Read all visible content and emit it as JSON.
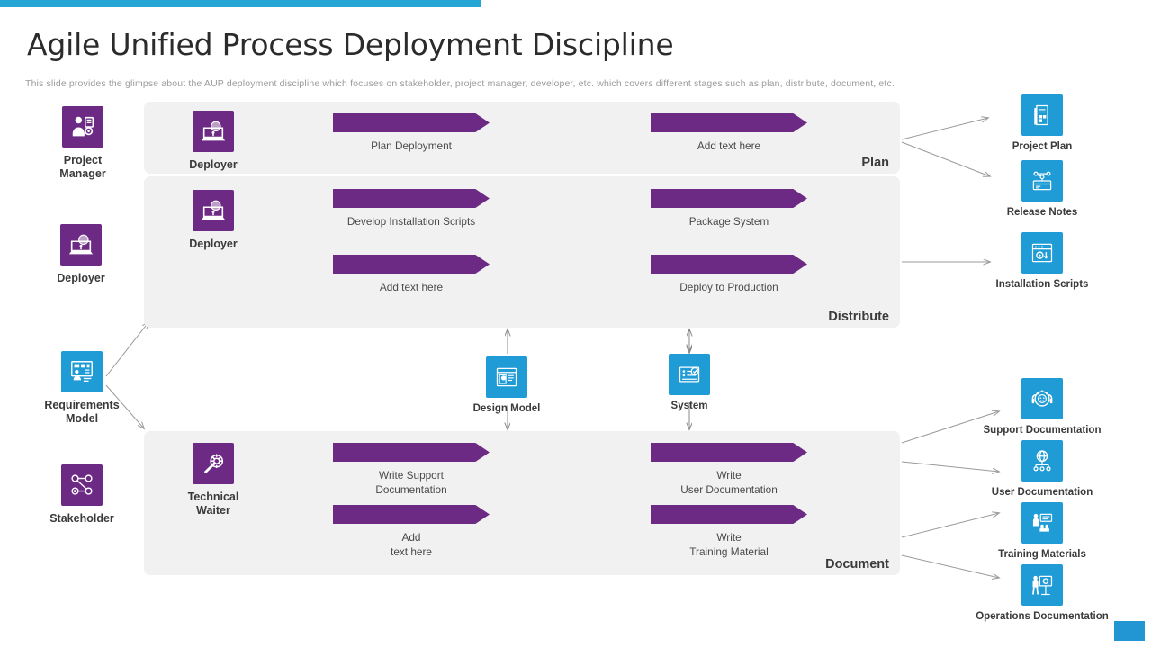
{
  "header": {
    "title": "Agile Unified Process Deployment Discipline",
    "subtitle": "This slide provides  the glimpse about the AUP deployment discipline which focuses on stakeholder,  project  manager,  developer,  etc. which covers  different  stages such as plan,  distribute, document, etc.",
    "accent_color": "#25a6d4",
    "corner_accent_color": "#2196d3"
  },
  "theme": {
    "purple": "#6c2a84",
    "blue": "#1f9bd6",
    "panel_bg": "#f1f1f1",
    "text_dark": "#3a3a3a",
    "text_muted": "#4a4a4a",
    "subtitle_gray": "#9b9b9b",
    "connector_gray": "#9a9a9a"
  },
  "roles_rail": [
    {
      "id": "project-manager",
      "label": "Project\nManager",
      "icon": "project-manager-icon",
      "color": "purple"
    },
    {
      "id": "deployer",
      "label": "Deployer",
      "icon": "deployer-icon",
      "color": "purple"
    },
    {
      "id": "requirements-model",
      "label": "Requirements\nModel",
      "icon": "requirements-model-icon",
      "color": "blue"
    },
    {
      "id": "stakeholder",
      "label": "Stakeholder",
      "icon": "stakeholder-icon",
      "color": "purple"
    }
  ],
  "panels": [
    {
      "id": "plan",
      "label": "Plan",
      "role": {
        "label": "Deployer",
        "icon": "deployer-icon",
        "color": "purple"
      },
      "tasks": [
        {
          "id": "plan-deployment",
          "label": "Plan Deployment"
        },
        {
          "id": "plan-add-text",
          "label": "Add text here"
        }
      ]
    },
    {
      "id": "distribute",
      "label": "Distribute",
      "role": {
        "label": "Deployer",
        "icon": "deployer-icon",
        "color": "purple"
      },
      "tasks": [
        {
          "id": "develop-installation-scripts",
          "label": "Develop  Installation  Scripts"
        },
        {
          "id": "package-system",
          "label": "Package System"
        },
        {
          "id": "distribute-add-text",
          "label": "Add text here"
        },
        {
          "id": "deploy-to-production",
          "label": "Deploy to Production"
        }
      ]
    },
    {
      "id": "document",
      "label": "Document",
      "role": {
        "label": "Technical\nWaiter",
        "icon": "technical-waiter-icon",
        "color": "purple"
      },
      "tasks": [
        {
          "id": "write-support-documentation",
          "label": "Write Support\nDocumentation"
        },
        {
          "id": "write-user-documentation",
          "label": "Write\nUser Documentation"
        },
        {
          "id": "document-add-text",
          "label": "Add\ntext here"
        },
        {
          "id": "write-training-material",
          "label": "Write\nTraining  Material"
        }
      ]
    }
  ],
  "mid_nodes": [
    {
      "id": "design-model",
      "label": "Design Model",
      "icon": "design-model-icon",
      "color": "blue"
    },
    {
      "id": "system",
      "label": "System",
      "icon": "system-icon",
      "color": "blue"
    }
  ],
  "outputs": [
    {
      "id": "project-plan",
      "label": "Project Plan",
      "icon": "project-plan-icon",
      "color": "blue"
    },
    {
      "id": "release-notes",
      "label": "Release Notes",
      "icon": "release-notes-icon",
      "color": "blue"
    },
    {
      "id": "installation-scripts",
      "label": "Installation  Scripts",
      "icon": "installation-scripts-icon",
      "color": "blue"
    },
    {
      "id": "support-documentation",
      "label": "Support Documentation",
      "icon": "support-documentation-icon",
      "color": "blue"
    },
    {
      "id": "user-documentation",
      "label": "User Documentation",
      "icon": "user-documentation-icon",
      "color": "blue"
    },
    {
      "id": "training-materials",
      "label": "Training  Materials",
      "icon": "training-materials-icon",
      "color": "blue"
    },
    {
      "id": "operations-documentation",
      "label": "Operations Documentation",
      "icon": "operations-documentation-icon",
      "color": "blue"
    }
  ]
}
